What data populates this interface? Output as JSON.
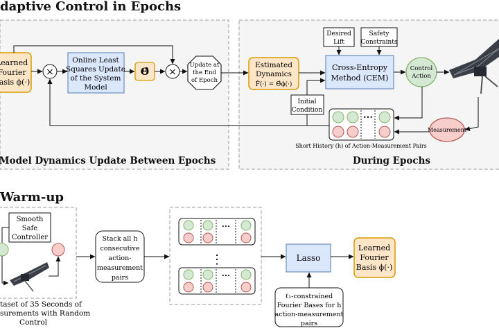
{
  "titles": {
    "top": "daptive Control in Epochs",
    "bottom": "Warm-up",
    "left_panel": "Model Dynamics Update Between Epochs",
    "right_panel": "During Epochs"
  },
  "colors": {
    "blue_fill": "#dbe8fb",
    "blue_stroke": "#6c8ebf",
    "orange_fill": "#fde6c7",
    "orange_stroke": "#d79b00",
    "green_fill": "#d5e8d4",
    "green_stroke": "#82b366",
    "red_fill": "#f8cecc",
    "red_stroke": "#b85450",
    "panel_fill": "#f5f5f5",
    "panel_stroke": "#9a9a9a"
  },
  "top": {
    "learned_basis": [
      "Learned",
      "Fourier",
      "Basis ϕ(·)"
    ],
    "ols_update": [
      "Online Least",
      "Squares Update",
      "of the System",
      "Model"
    ],
    "theta_hat": "Θ̂",
    "multiply_symbol": "×",
    "update_octagon": [
      "Update at",
      "the End",
      "of Epoch"
    ],
    "estimated_dynamics": [
      "Estimated",
      "Dynamics",
      "F̂(·) = Θ̂ϕ(·)"
    ],
    "desired_lift": [
      "Desired",
      "Lift"
    ],
    "safety_constraints": [
      "Safety",
      "Constraints"
    ],
    "cem": [
      "Cross-Entropy",
      "Method (CEM)"
    ],
    "control_action": [
      "Control",
      "Action"
    ],
    "initial_condition": [
      "Initial",
      "Condition"
    ],
    "ellipsis": "•••",
    "measurement": "Measurement",
    "short_history": "Short History (h) of Action-Measurement Pairs"
  },
  "bottom": {
    "smooth_safe": [
      "Smooth",
      "Safe",
      "Controller"
    ],
    "dataset_caption": [
      "taset of 35 Seconds of",
      "surements with Random",
      "Control"
    ],
    "stack_box": [
      "Stack all h",
      "consecutive",
      "action-",
      "measurement",
      "pairs"
    ],
    "lasso": "Lasso",
    "learned_basis": [
      "Learned",
      "Fourier",
      "Basis ϕ(·)"
    ],
    "l1_caption": [
      "ℓ₁-constrained",
      "Fourier Bases for h",
      "action-measurement",
      "pairs"
    ],
    "vdots": "⋮",
    "ellipsis": "•••"
  }
}
